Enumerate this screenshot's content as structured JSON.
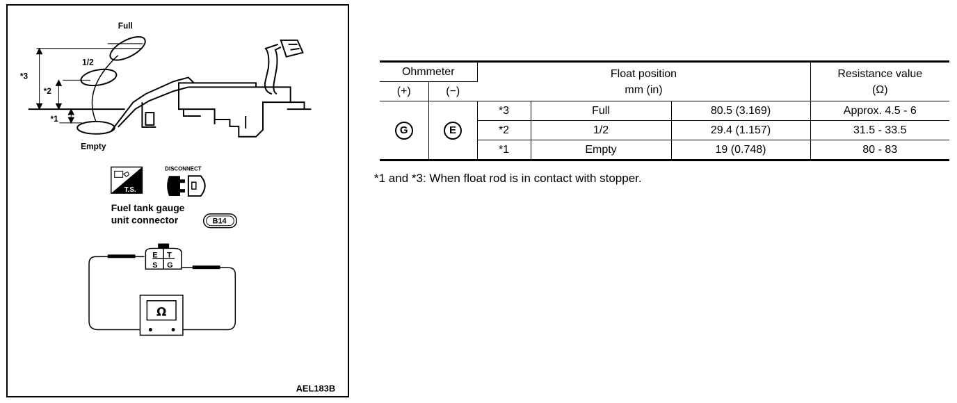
{
  "figure": {
    "float_labels": {
      "full": "Full",
      "half": "1/2",
      "empty": "Empty"
    },
    "dimension_labels": {
      "d3": "*3",
      "d2": "*2",
      "d1": "*1"
    },
    "ts_label": "T.S.",
    "disconnect_label": "DISCONNECT",
    "connector_caption": [
      "Fuel tank gauge",
      "unit connector"
    ],
    "connector_code": "B14",
    "terminals": {
      "e": "E",
      "t": "T",
      "s": "S",
      "g": "G"
    },
    "meter_symbol": "Ω",
    "figure_code": "AEL183B"
  },
  "table": {
    "headers": {
      "ohmmeter": "Ohmmeter",
      "plus": "(+)",
      "minus": "(−)",
      "float_position_l1": "Float position",
      "float_position_l2": "mm (in)",
      "resistance_l1": "Resistance value",
      "resistance_l2": "(Ω)"
    },
    "plus_terminal": "G",
    "minus_terminal": "E",
    "rows": [
      {
        "ref": "*3",
        "position": "Full",
        "mm_in": "80.5 (3.169)",
        "resistance": "Approx. 4.5 - 6"
      },
      {
        "ref": "*2",
        "position": "1/2",
        "mm_in": "29.4 (1.157)",
        "resistance": "31.5 - 33.5"
      },
      {
        "ref": "*1",
        "position": "Empty",
        "mm_in": "19 (0.748)",
        "resistance": "80 - 83"
      }
    ],
    "note": "*1 and *3: When float rod is in contact with stopper."
  }
}
